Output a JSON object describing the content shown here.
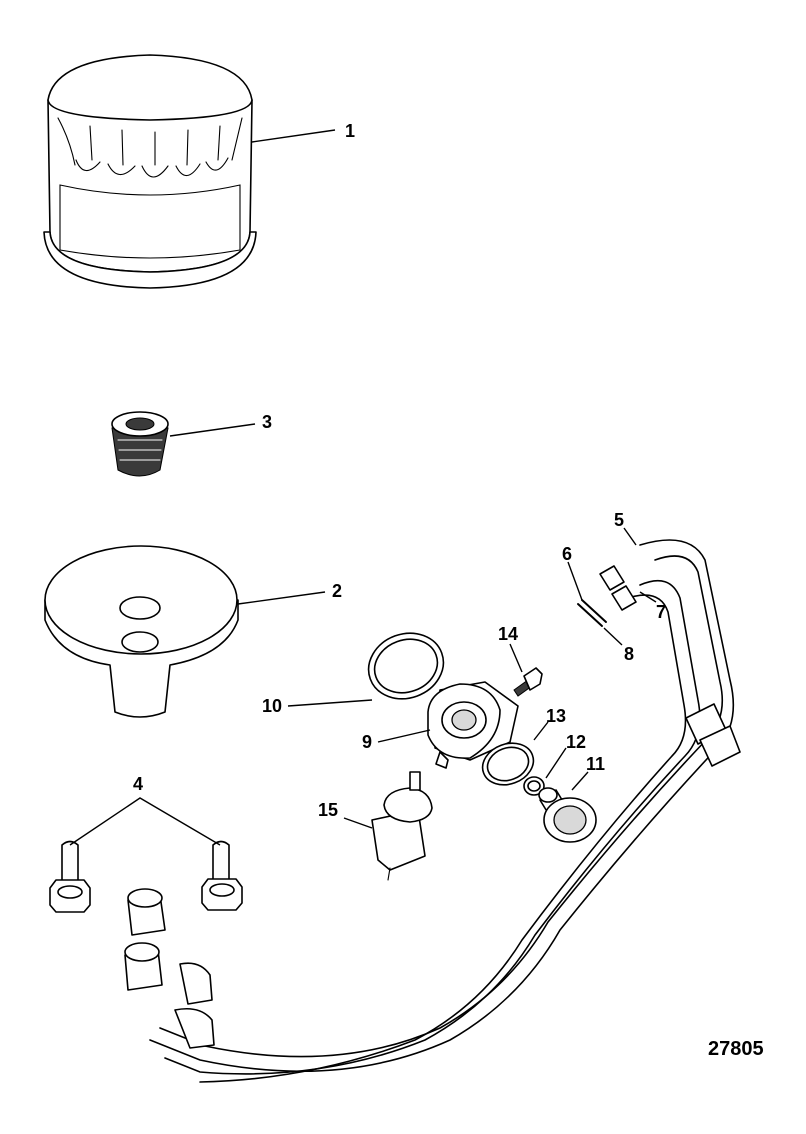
{
  "callouts": {
    "c1": "1",
    "c2": "2",
    "c3": "3",
    "c4": "4",
    "c5": "5",
    "c6": "6",
    "c7": "7",
    "c8": "8",
    "c9": "9",
    "c10": "10",
    "c11": "11",
    "c12": "12",
    "c13": "13",
    "c14": "14",
    "c15": "15"
  },
  "figure_id": "27805",
  "colors": {
    "line": "#000000",
    "background": "#ffffff",
    "shade": "#d9d9d9"
  }
}
